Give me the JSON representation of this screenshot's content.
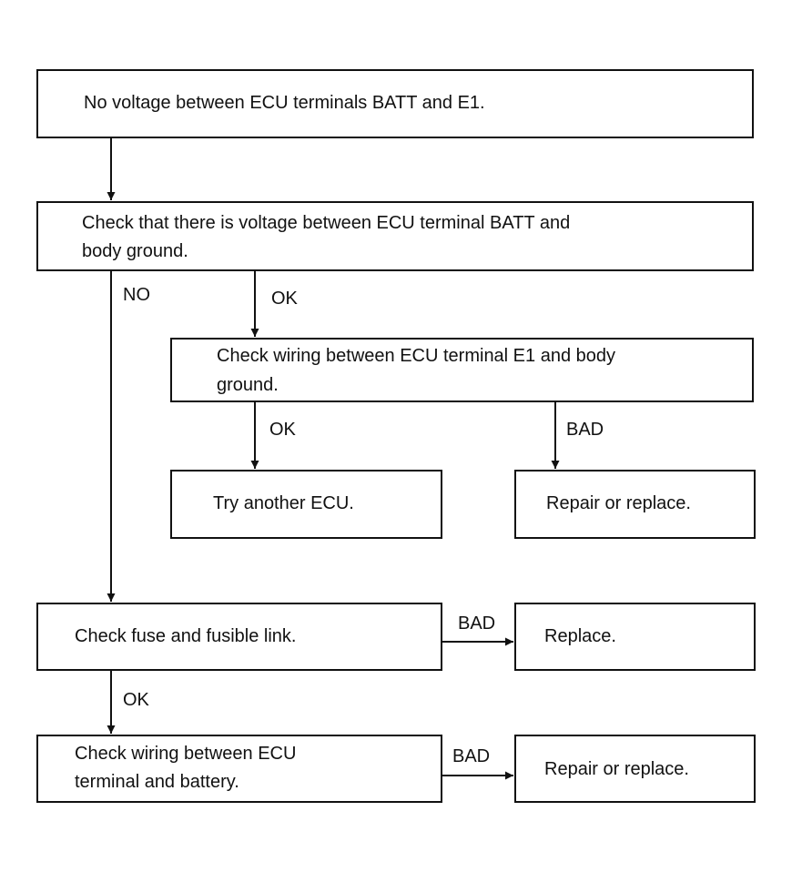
{
  "boxes": {
    "b1": "No voltage between ECU terminals BATT and E1.",
    "b2_line1": "Check that there is voltage between ECU terminal BATT and",
    "b2_line2": "body ground.",
    "b3_line1": "Check wiring between ECU terminal E1 and body",
    "b3_line2": "ground.",
    "b4": "Try another ECU.",
    "b5": "Repair or replace.",
    "b6": "Check fuse and fusible link.",
    "b7": "Replace.",
    "b8_line1": "Check wiring between ECU",
    "b8_line2": "terminal and battery.",
    "b9": "Repair or replace."
  },
  "labels": {
    "no": "NO",
    "ok1": "OK",
    "ok2": "OK",
    "bad1": "BAD",
    "bad2": "BAD",
    "ok3": "OK",
    "bad3": "BAD"
  }
}
